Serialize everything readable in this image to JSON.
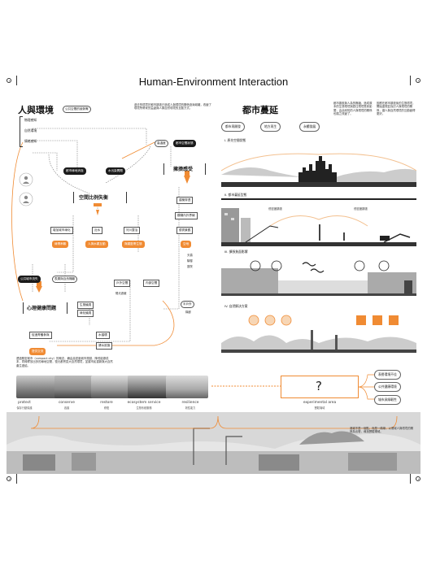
{
  "title": "Human-Environment Interaction",
  "left": {
    "heading": "人與環境",
    "tag": "公共空間的被剝奪",
    "intro": "過去的環境於都市擴張已造成人與環境的關係逐漸疏離，改變了環境所帶來的益處與人與自然環境的互動方式。",
    "senses": [
      "物理感知",
      "自然環境",
      "情緒感知"
    ],
    "nodes": {
      "loss_space": "都市綠地消逝",
      "water": "水污染問題",
      "heat": "高溫度",
      "urban_dev": "都市空間狀態",
      "crowd": "擁擠感受",
      "ratio": "空間比例失衡",
      "sub1": "增加城市綠化",
      "sub2": "近水",
      "sub3": "河川整治",
      "o1": "綠帶串聯",
      "o2": "人與水親互動",
      "o3": "與親藍帶生態",
      "r1": "建築穿透",
      "r2": "模糊內外界線",
      "r3": "優秀景觀",
      "r4": "空地",
      "r5": "天橋",
      "r6": "騎樓",
      "r7": "庭院",
      "outdoor": "戶外空間",
      "indoor": "內部空間",
      "hidden": "陽光遮蔽",
      "half": "半戶外",
      "corridor": "構廊",
      "public_loss": "公共城市流失",
      "nature_dis": "表層與自然隔離",
      "eco": "生態議員",
      "green": "綠化議員",
      "water_sys": "水循環",
      "health_env": "健水設施",
      "mental": "心理健康問題",
      "promote": "促進青體參與",
      "community": "提供交流"
    }
  },
  "right": {
    "heading": "都市蔓延",
    "intro_a": "都市擴張與人為的壓縮，造成原本的生態環境與居住環境受到影響，由此而知的人與環境的關係也隨之改變了。",
    "intro_b": "因應在都市擴張後的生態環境，開始重視並探討人與環境的關係，讓人與自然環境的互動變得更好。",
    "tags": [
      "都市再開發",
      "地方再生",
      "永續發展"
    ],
    "sections": [
      {
        "label": "I. 原先空間狀態"
      },
      {
        "label": "II. 都市蔓延型態",
        "annot_l": "低密度擴張",
        "annot_r": "低密度擴張"
      },
      {
        "label": "III. 擴張負面影響"
      },
      {
        "label": "IV. 自然解決方案"
      }
    ]
  },
  "bottom": {
    "note": "透過緊密城市（compact city）的概念，藉由高密度城市規劃，降低能源成本，同時釋放出多的綠地空間，復元都會區大自然環境，並讓市民重新與大自然產生連結。",
    "items": [
      {
        "en": "protect",
        "zh": "保存行動保護"
      },
      {
        "en": "conserve",
        "zh": "養護"
      },
      {
        "en": "restore",
        "zh": "修復"
      },
      {
        "en": "ecosystem service",
        "zh": "生態系統服務"
      },
      {
        "en": "resilience",
        "zh": "韌性能力"
      }
    ],
    "experimental": {
      "symbol": "?",
      "en": "experimental area",
      "zh": "實驗場域"
    },
    "outcomes": [
      "表層環境不佳",
      "公共健康環境",
      "城市具綠韌性"
    ],
    "panorama_note": "港城不是一個點，而是一條線，以港城人與環境的關係為出發，尋找實驗場域。"
  }
}
